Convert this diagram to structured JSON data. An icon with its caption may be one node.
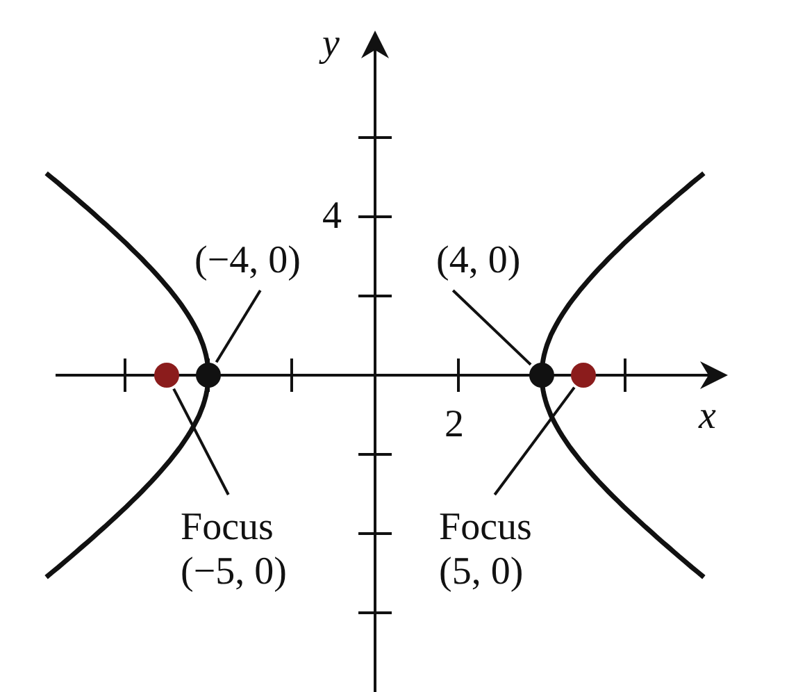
{
  "diagram": {
    "nodes": [
      {
        "text": [
          "(−4, 0)"
        ]
      },
      {
        "text": [
          "(4, 0)"
        ]
      },
      {
        "text": [
          "Focus",
          "(−5, 0)"
        ]
      },
      {
        "text": [
          "Focus",
          "(5, 0)"
        ]
      },
      {
        "text": [],
        "shape": "circle"
      },
      {
        "text": [],
        "shape": "circle"
      },
      {
        "text": [],
        "shape": "circle"
      },
      {
        "text": [],
        "shape": "circle"
      }
    ],
    "edges": [
      {
        "from": 0,
        "to": 5,
        "arrow": "none"
      },
      {
        "from": 1,
        "to": 6,
        "arrow": "none"
      },
      {
        "from": 2,
        "to": 4,
        "arrow": "none"
      },
      {
        "from": 3,
        "to": 7,
        "arrow": "none"
      }
    ],
    "labels": [
      "y",
      "4",
      "x",
      "2"
    ]
  }
}
